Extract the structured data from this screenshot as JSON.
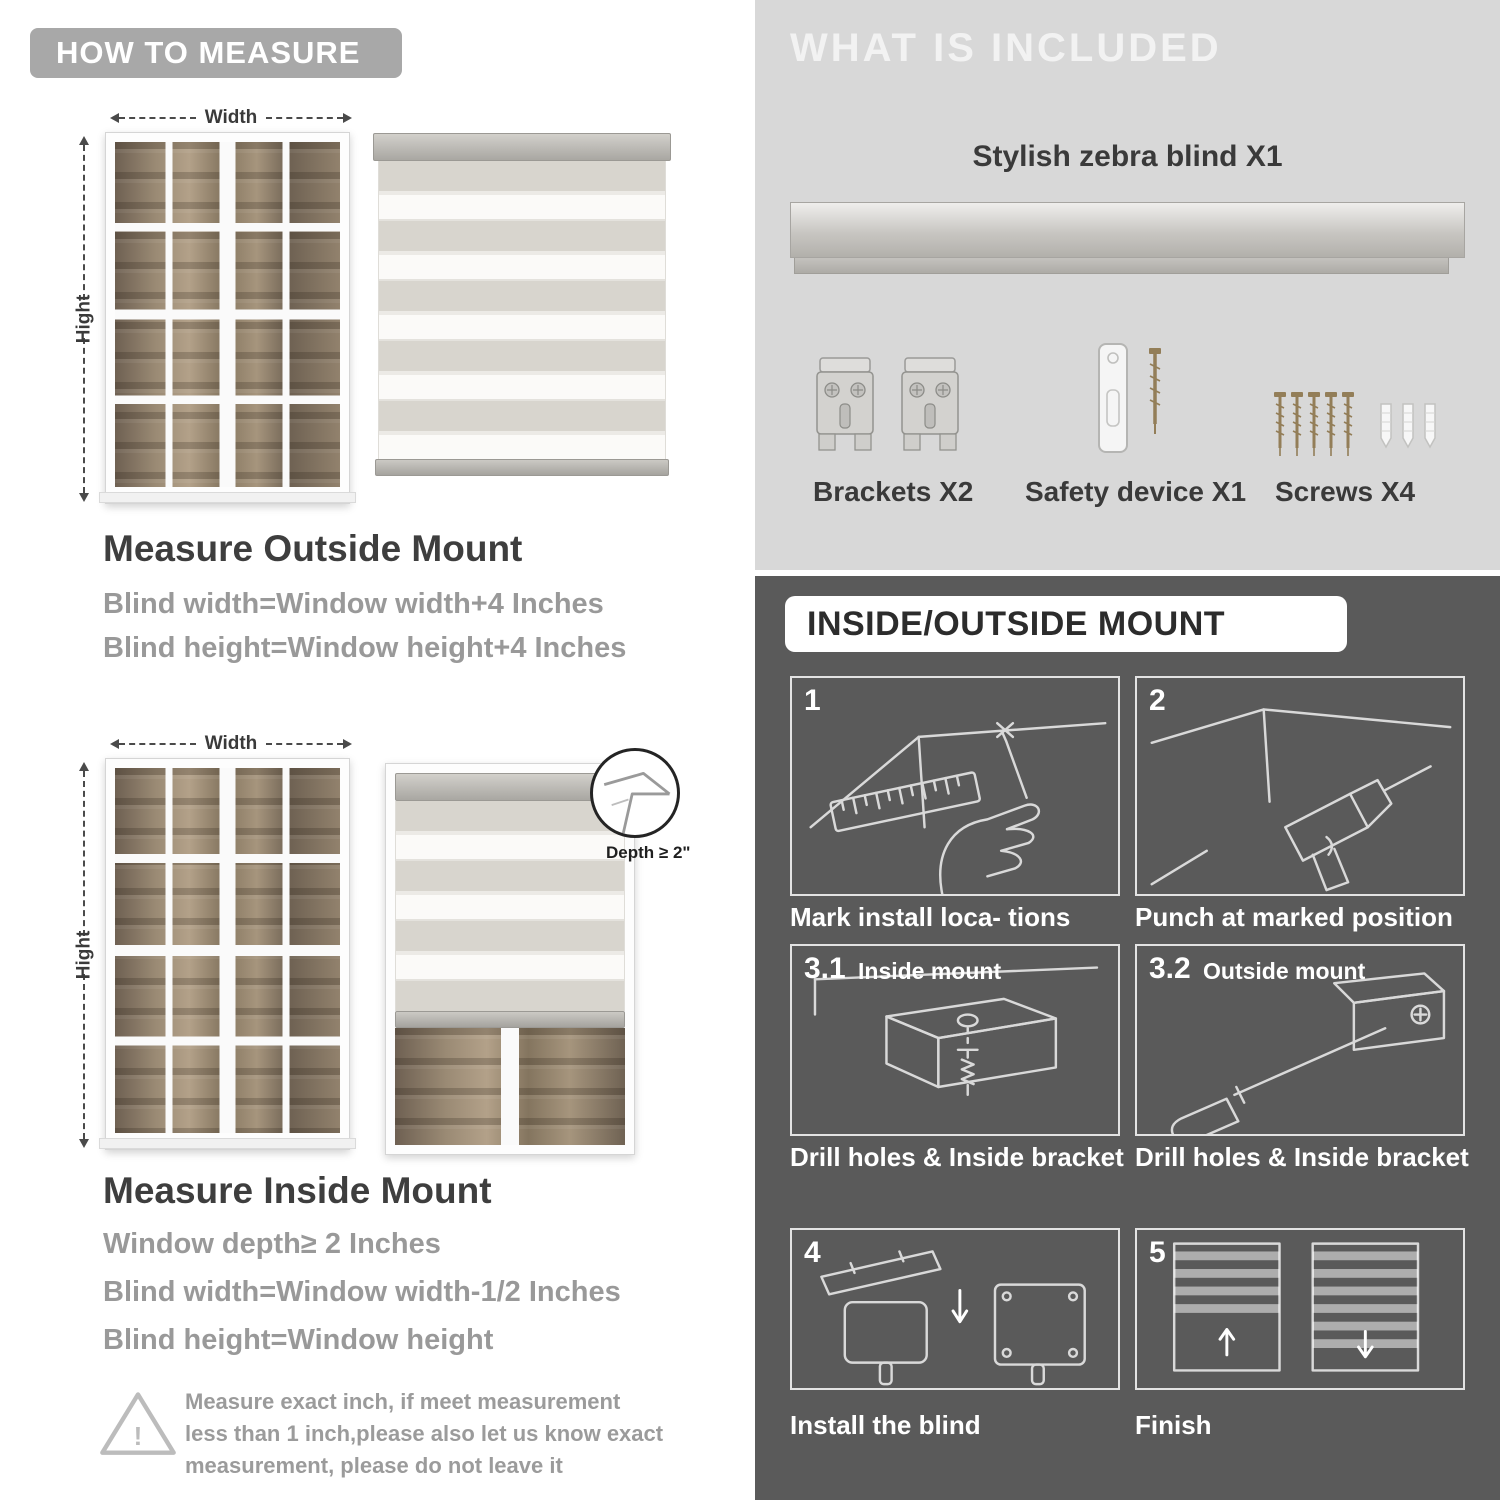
{
  "left": {
    "banner": "HOW TO MEASURE",
    "outside": {
      "width_label": "Width",
      "height_label": "Hight",
      "heading": "Measure Outside Mount",
      "line1": "Blind width=Window width+4 Inches",
      "line2": "Blind height=Window height+4 Inches"
    },
    "inside": {
      "width_label": "Width",
      "height_label": "Hight",
      "depth_callout": "Depth ≥ 2\"",
      "heading": "Measure Inside Mount",
      "line1": "Window depth≥ 2 Inches",
      "line2": "Blind width=Window width-1/2 Inches",
      "line3": "Blind height=Window height"
    },
    "warning": {
      "mark": "!",
      "text": "Measure exact inch, if meet measurement less than 1 inch,please also let us know exact measurement, please do not leave it"
    }
  },
  "right": {
    "included": {
      "title": "WHAT IS INCLUDED",
      "blind_label": "Stylish zebra blind X1",
      "items": [
        {
          "icon": "brackets-icon",
          "label": "Brackets X2"
        },
        {
          "icon": "safety-device-icon",
          "label": "Safety device X1"
        },
        {
          "icon": "screws-icon",
          "label": "Screws X4"
        }
      ]
    },
    "mount": {
      "title": "INSIDE/OUTSIDE MOUNT",
      "steps": [
        {
          "num": "1",
          "caption": "Mark install loca- tions"
        },
        {
          "num": "2",
          "caption": "Punch at  marked position"
        },
        {
          "num": "3.1",
          "sub": "Inside mount",
          "caption": "Drill holes &  Inside bracket"
        },
        {
          "num": "3.2",
          "sub": "Outside mount",
          "caption": "Drill holes &  Inside bracket"
        },
        {
          "num": "4",
          "caption": "Install the blind"
        },
        {
          "num": "5",
          "caption": "Finish"
        }
      ]
    }
  },
  "colors": {
    "banner_gray": "#a8a8a8",
    "light_panel": "#d8d8d8",
    "dark_panel": "#5a5a5a",
    "heading_text": "#3e3e3e",
    "muted_text": "#999999",
    "line_art": "#d9d9d9"
  }
}
